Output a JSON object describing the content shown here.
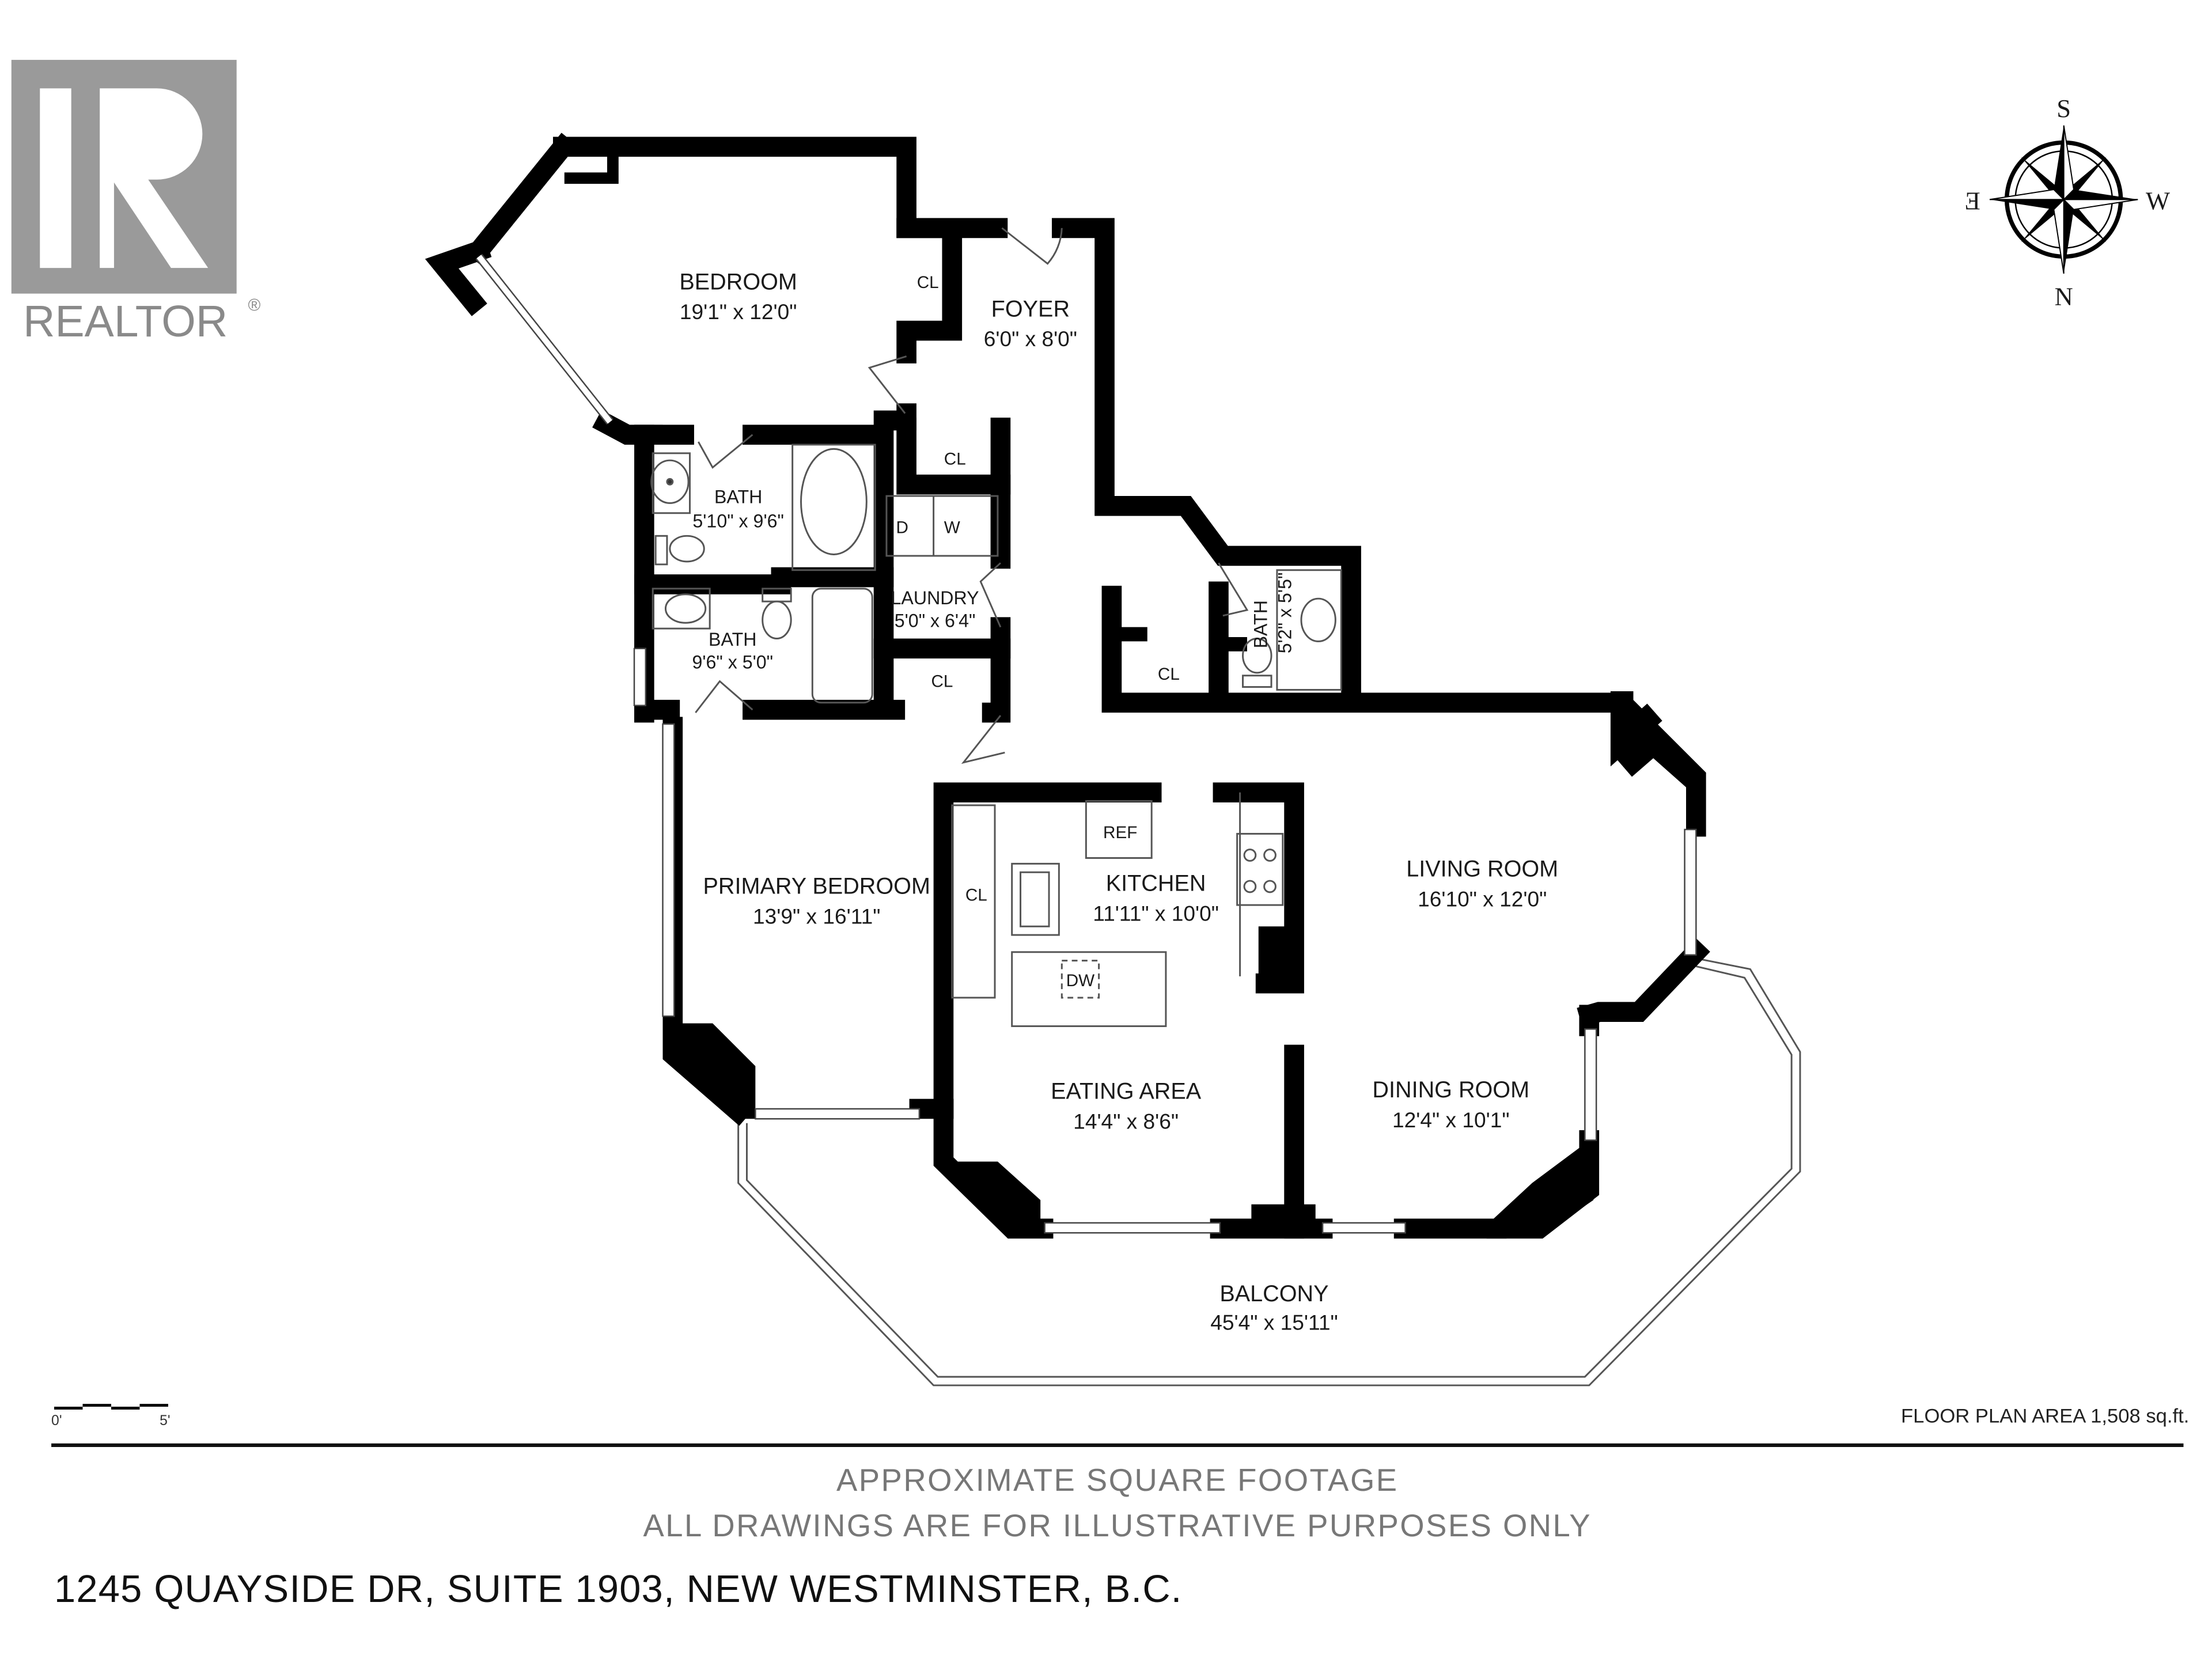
{
  "logo": {
    "text": "REALTOR",
    "mark": "R",
    "registered": "®"
  },
  "compass": {
    "top": "S",
    "bottom": "N",
    "left": "E",
    "right": "W"
  },
  "rooms": {
    "bedroom": {
      "name": "BEDROOM",
      "dim": "19'1\" x 12'0\""
    },
    "foyer": {
      "name": "FOYER",
      "dim": "6'0\" x 8'0\""
    },
    "bath1": {
      "name": "BATH",
      "dim": "5'10\" x 9'6\""
    },
    "bath2": {
      "name": "BATH",
      "dim": "9'6\" x 5'0\""
    },
    "bath3": {
      "name": "BATH",
      "dim": "5'2\" x 5'5\""
    },
    "laundry": {
      "name": "LAUNDRY",
      "dim": "5'0\" x 6'4\""
    },
    "primary": {
      "name": "PRIMARY BEDROOM",
      "dim": "13'9\" x 16'11\""
    },
    "kitchen": {
      "name": "KITCHEN",
      "dim": "11'11\" x 10'0\""
    },
    "living": {
      "name": "LIVING ROOM",
      "dim": "16'10\" x 12'0\""
    },
    "eating": {
      "name": "EATING AREA",
      "dim": "14'4\" x 8'6\""
    },
    "dining": {
      "name": "DINING ROOM",
      "dim": "12'4\" x 10'1\""
    },
    "balcony": {
      "name": "BALCONY",
      "dim": "45'4\" x 15'11\""
    }
  },
  "fixtures": {
    "closet": "CL",
    "dryer": "D",
    "washer": "W",
    "fridge": "REF",
    "dishwasher": "DW"
  },
  "scale": {
    "start": "0'",
    "end": "5'"
  },
  "floor_area": "FLOOR PLAN AREA  1,508 sq.ft.",
  "disclaimer": {
    "line1": "APPROXIMATE SQUARE FOOTAGE",
    "line2": "ALL DRAWINGS ARE FOR ILLUSTRATIVE PURPOSES ONLY"
  },
  "address": "1245 QUAYSIDE DR, SUITE 1903, NEW WESTMINSTER, B.C."
}
